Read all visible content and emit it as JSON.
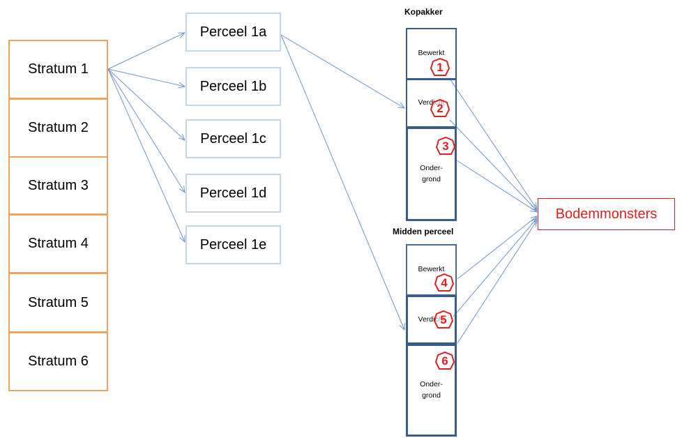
{
  "strata": [
    "Stratum 1",
    "Stratum 2",
    "Stratum 3",
    "Stratum 4",
    "Stratum 5",
    "Stratum 6"
  ],
  "percelen": [
    "Perceel 1a",
    "Perceel 1b",
    "Perceel 1c",
    "Perceel 1d",
    "Perceel 1e"
  ],
  "kopakker": {
    "title": "Kopakker",
    "layers": [
      "Bewerkt",
      "Verdicht",
      "Onder-\ngrond"
    ]
  },
  "midden": {
    "title": "Midden perceel",
    "layers": [
      "Bewerkt",
      "Verdicht",
      "Onder-\ngrond"
    ]
  },
  "markers": [
    "1",
    "2",
    "3",
    "4",
    "5",
    "6"
  ],
  "target": "Bodemmonsters",
  "colors": {
    "stratum_border": "#f0a35c",
    "perceel_border": "#c4d6ea",
    "layer_border": "#385d8a",
    "arrow": "#6f95c9",
    "marker": "#e02020",
    "target": "#e02020"
  }
}
